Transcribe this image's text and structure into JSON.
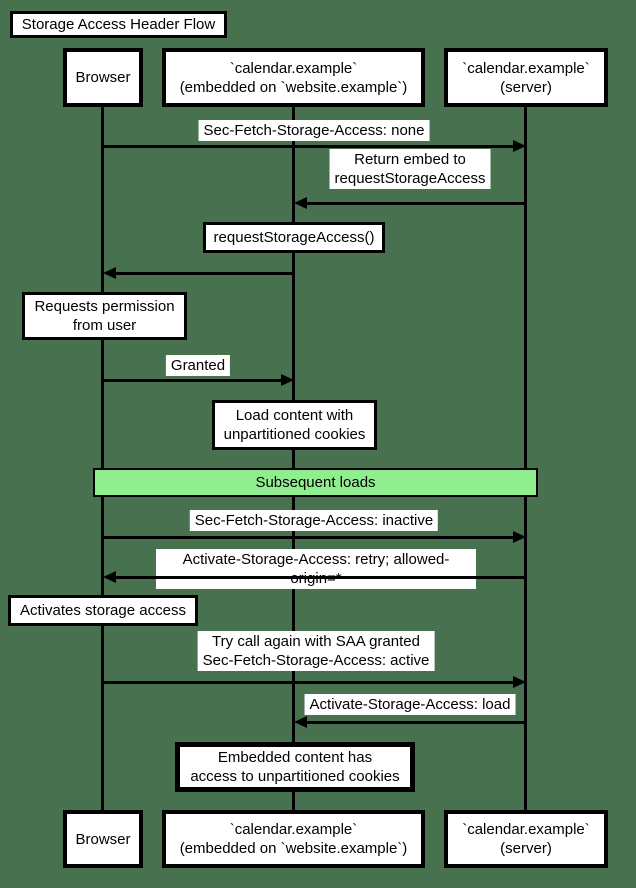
{
  "title": "Storage Access Header Flow",
  "colors": {
    "background": "#48714f",
    "box_fill": "#ffffff",
    "line": "#000000",
    "band_fill": "#90ee90",
    "text": "#000000"
  },
  "participants": {
    "browser": "Browser",
    "embed": "`calendar.example`\n(embedded on `website.example`)",
    "server": "`calendar.example`\n(server)"
  },
  "messages": [
    {
      "label": "Sec-Fetch-Storage-Access: none",
      "from": "browser",
      "to": "server"
    },
    {
      "label": "Return embed to\nrequestStorageAccess",
      "from": "server",
      "to": "embed"
    },
    {
      "label": "requestStorageAccess()",
      "from": "embed",
      "to": "browser",
      "boxed": true
    },
    {
      "label": "Granted",
      "from": "browser",
      "to": "embed"
    },
    {
      "label": "Sec-Fetch-Storage-Access: inactive",
      "from": "browser",
      "to": "server"
    },
    {
      "label": "Activate-Storage-Access: retry; allowed-origin=*",
      "from": "server",
      "to": "browser"
    },
    {
      "label": "Try call again with SAA granted\nSec-Fetch-Storage-Access: active",
      "from": "browser",
      "to": "server"
    },
    {
      "label": "Activate-Storage-Access: load",
      "from": "server",
      "to": "embed"
    }
  ],
  "notes": [
    {
      "label": "Requests permission\nfrom user",
      "over": "browser"
    },
    {
      "label": "Load content with\nunpartitioned cookies",
      "over": "embed"
    },
    {
      "label": "Activates storage access",
      "over": "browser"
    },
    {
      "label": "Embedded content has\naccess to unpartitioned cookies",
      "over": "embed"
    }
  ],
  "band": {
    "label": "Subsequent loads"
  }
}
